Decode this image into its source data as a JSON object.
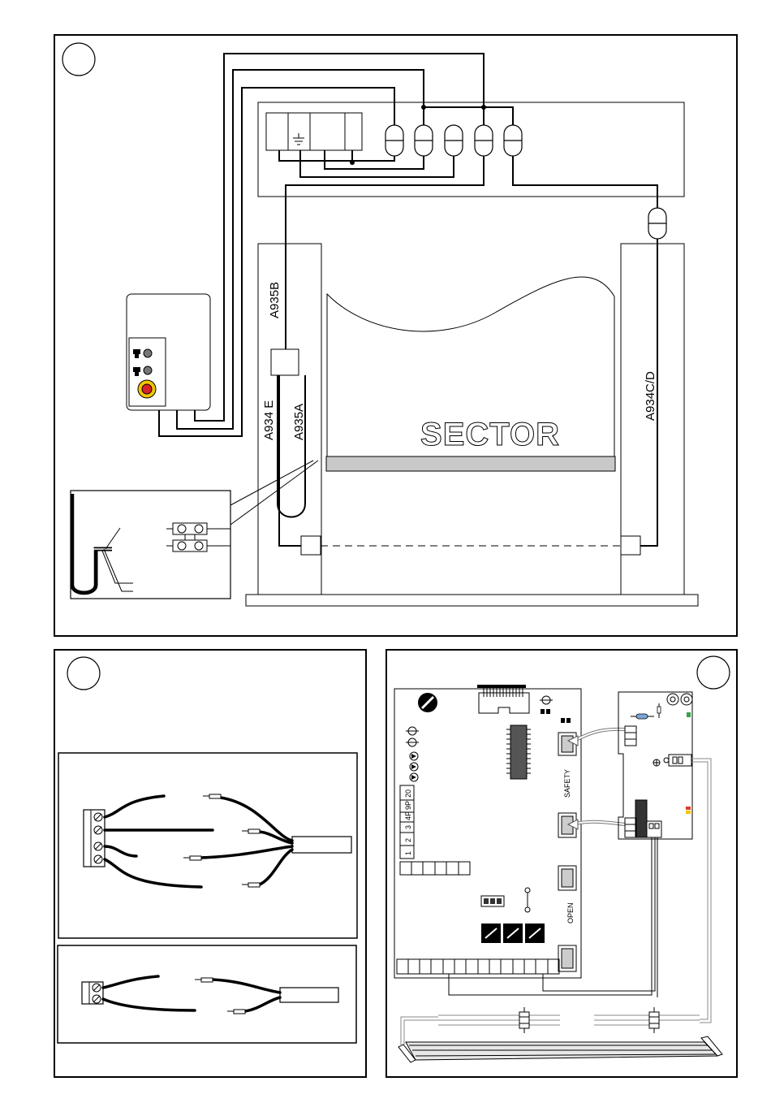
{
  "figure1": {
    "cable_labels": [
      "A935B",
      "A934 E",
      "A935A",
      "A934C/D"
    ],
    "gate_title": "SECTOR"
  },
  "figure3": {
    "dip_numbers": [
      "1",
      "2",
      "3",
      "4P",
      "9P",
      "20"
    ],
    "connector_labels": [
      "SAFETY",
      "OPEN"
    ]
  },
  "colors": {
    "stop_button": "#d8232a",
    "stop_ring": "#f2c500",
    "safety_edge": "#c8c8c8",
    "board_led_red": "#e03a2a",
    "board_led_green": "#3aa048"
  }
}
